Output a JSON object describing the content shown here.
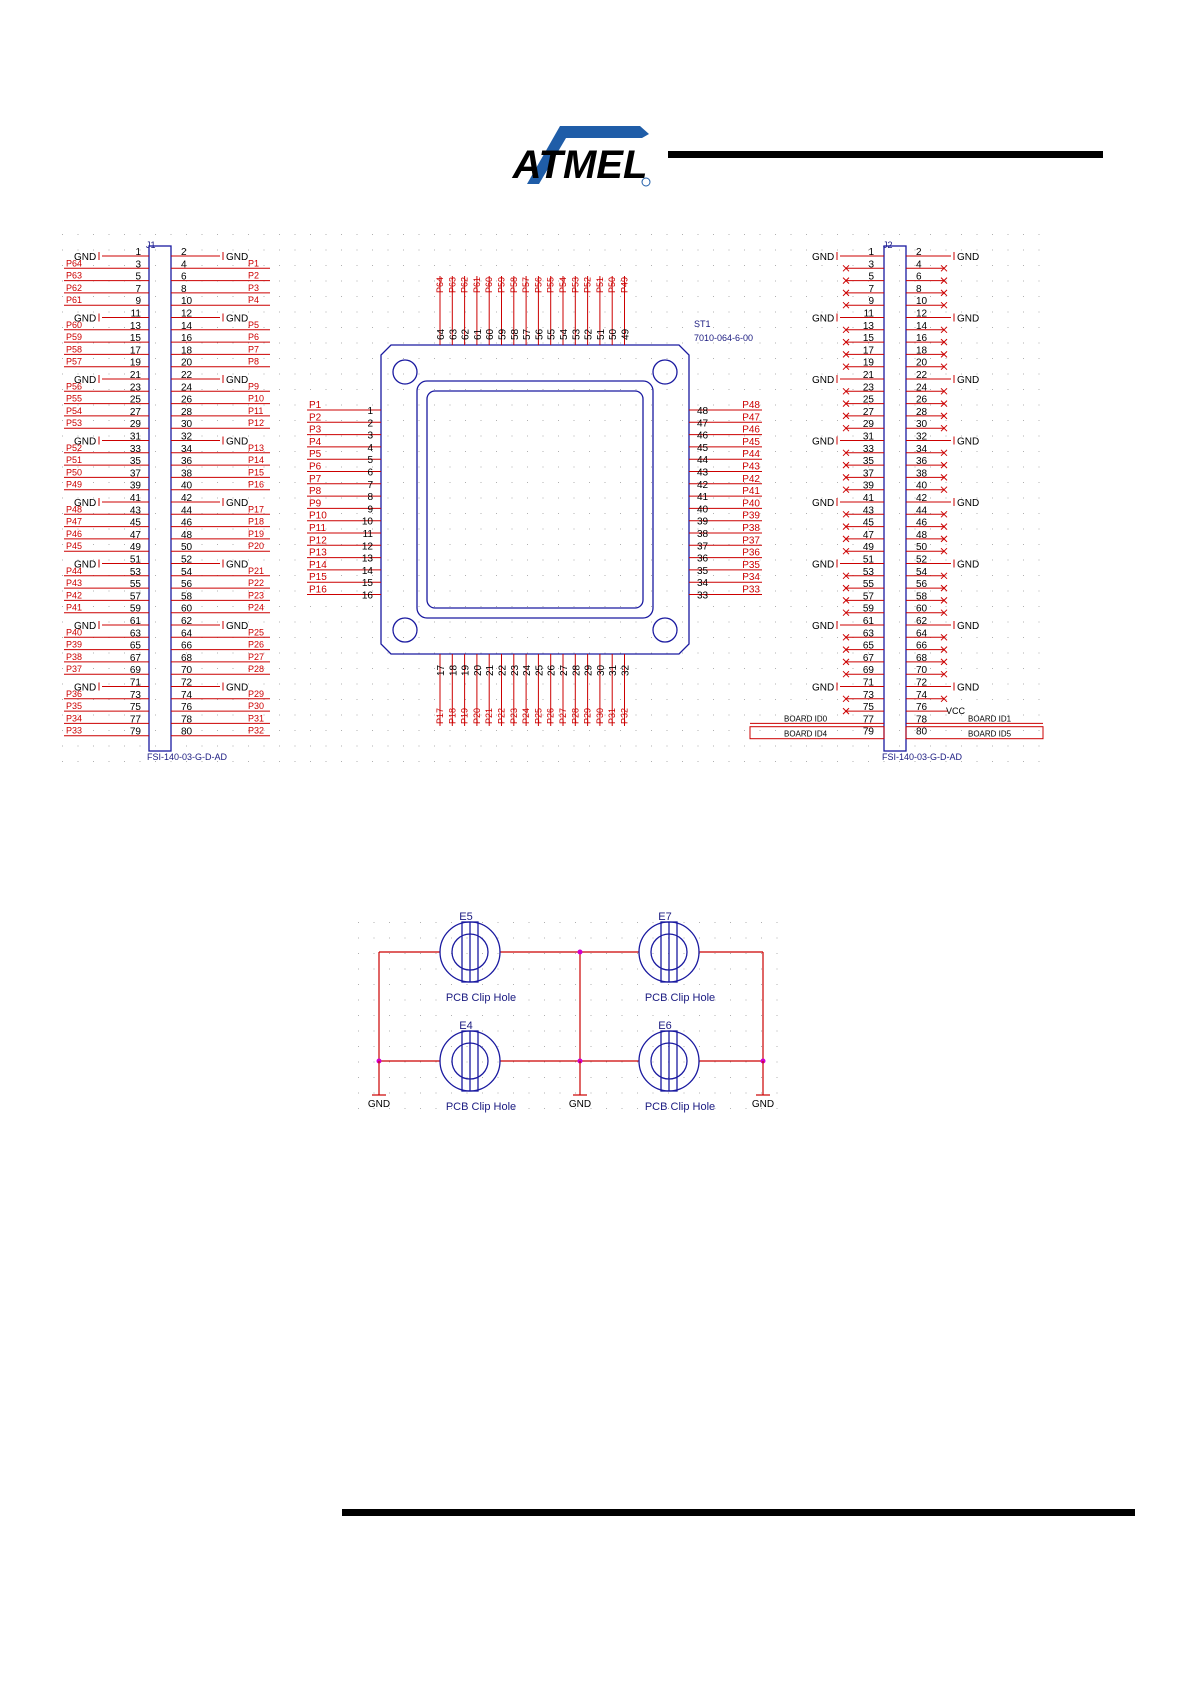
{
  "logo": {
    "text": "ATMEL",
    "brand_color": "#1f5da8"
  },
  "connectors": {
    "j1": {
      "ref": "J1",
      "part": "FSI-140-03-G-D-AD",
      "left_nets": [
        "GND",
        "P64",
        "P63",
        "P62",
        "P61",
        "GND",
        "P60",
        "P59",
        "P58",
        "P57",
        "GND",
        "P56",
        "P55",
        "P54",
        "P53",
        "GND",
        "P52",
        "P51",
        "P50",
        "P49",
        "GND",
        "P48",
        "P47",
        "P46",
        "P45",
        "GND",
        "P44",
        "P43",
        "P42",
        "P41",
        "GND",
        "P40",
        "P39",
        "P38",
        "P37",
        "GND",
        "P36",
        "P35",
        "P34",
        "P33"
      ],
      "right_nets": [
        "GND",
        "P1",
        "P2",
        "P3",
        "P4",
        "GND",
        "P5",
        "P6",
        "P7",
        "P8",
        "GND",
        "P9",
        "P10",
        "P11",
        "P12",
        "GND",
        "P13",
        "P14",
        "P15",
        "P16",
        "GND",
        "P17",
        "P18",
        "P19",
        "P20",
        "GND",
        "P21",
        "P22",
        "P23",
        "P24",
        "GND",
        "P25",
        "P26",
        "P27",
        "P28",
        "GND",
        "P29",
        "P30",
        "P31",
        "P32"
      ]
    },
    "j2": {
      "ref": "J2",
      "part": "FSI-140-03-G-D-AD",
      "gnd_label": "GND",
      "vcc_label": "VCC",
      "board_id_left": [
        "BOARD ID0",
        "BOARD ID4"
      ],
      "board_id_right": [
        "BOARD ID1",
        "BOARD ID5"
      ]
    }
  },
  "socket": {
    "ref": "ST1",
    "part": "7010-064-6-00",
    "left_nets": [
      "P1",
      "P2",
      "P3",
      "P4",
      "P5",
      "P6",
      "P7",
      "P8",
      "P9",
      "P10",
      "P11",
      "P12",
      "P13",
      "P14",
      "P15",
      "P16"
    ],
    "right_nets": [
      "P48",
      "P47",
      "P46",
      "P45",
      "P44",
      "P43",
      "P42",
      "P41",
      "P40",
      "P39",
      "P38",
      "P37",
      "P36",
      "P35",
      "P34",
      "P33"
    ],
    "top_nets": [
      "P64",
      "P63",
      "P62",
      "P61",
      "P60",
      "P59",
      "P58",
      "P57",
      "P56",
      "P55",
      "P54",
      "P53",
      "P52",
      "P51",
      "P50",
      "P49"
    ],
    "bottom_nets": [
      "P17",
      "P18",
      "P19",
      "P20",
      "P21",
      "P22",
      "P23",
      "P24",
      "P25",
      "P26",
      "P27",
      "P28",
      "P29",
      "P30",
      "P31",
      "P32"
    ]
  },
  "clip_holes": {
    "items": [
      {
        "ref": "E5",
        "label": "PCB Clip Hole"
      },
      {
        "ref": "E7",
        "label": "PCB Clip Hole"
      },
      {
        "ref": "E4",
        "label": "PCB Clip Hole"
      },
      {
        "ref": "E6",
        "label": "PCB Clip Hole"
      }
    ],
    "gnd_labels": [
      "GND",
      "GND",
      "GND"
    ]
  }
}
